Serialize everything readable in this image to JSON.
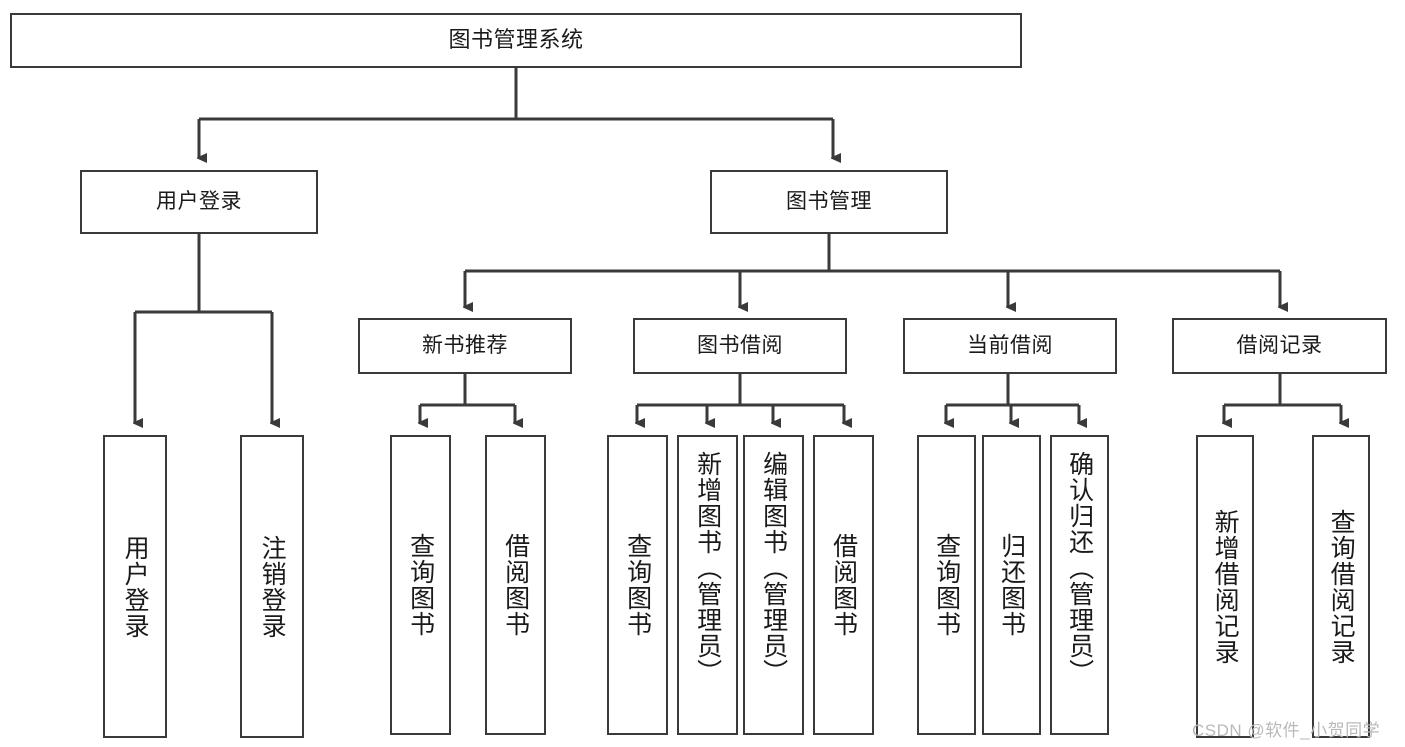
{
  "diagram": {
    "type": "tree",
    "title": "图书管理系统",
    "root": {
      "id": "root",
      "label": "图书管理系统"
    },
    "level1": [
      {
        "id": "user-login",
        "label": "用户登录"
      },
      {
        "id": "book-manage",
        "label": "图书管理"
      }
    ],
    "level2": [
      {
        "id": "new-book-recommend",
        "label": "新书推荐",
        "parent": "book-manage"
      },
      {
        "id": "book-borrow",
        "label": "图书借阅",
        "parent": "book-manage"
      },
      {
        "id": "current-borrow",
        "label": "当前借阅",
        "parent": "book-manage"
      },
      {
        "id": "borrow-record",
        "label": "借阅记录",
        "parent": "book-manage"
      }
    ],
    "leaves": [
      {
        "id": "leaf-user-login",
        "label": "用户登录",
        "parent": "user-login"
      },
      {
        "id": "leaf-user-logout",
        "label": "注销登录",
        "parent": "user-login"
      },
      {
        "id": "leaf-query-book-1",
        "label": "查询图书",
        "parent": "new-book-recommend"
      },
      {
        "id": "leaf-borrow-book-1",
        "label": "借阅图书",
        "parent": "new-book-recommend"
      },
      {
        "id": "leaf-query-book-2",
        "label": "查询图书",
        "parent": "book-borrow"
      },
      {
        "id": "leaf-add-book",
        "label": "新增图书（管理员）",
        "parent": "book-borrow"
      },
      {
        "id": "leaf-edit-book",
        "label": "编辑图书（管理员）",
        "parent": "book-borrow"
      },
      {
        "id": "leaf-borrow-book-2",
        "label": "借阅图书",
        "parent": "book-borrow"
      },
      {
        "id": "leaf-query-book-3",
        "label": "查询图书",
        "parent": "current-borrow"
      },
      {
        "id": "leaf-return-book",
        "label": "归还图书",
        "parent": "current-borrow"
      },
      {
        "id": "leaf-confirm-return",
        "label": "确认归还（管理员）",
        "parent": "current-borrow"
      },
      {
        "id": "leaf-add-record",
        "label": "新增借阅记录",
        "parent": "borrow-record"
      },
      {
        "id": "leaf-query-record",
        "label": "查询借阅记录",
        "parent": "borrow-record"
      }
    ],
    "colors": {
      "stroke": "#3a3a3a",
      "fill": "#ffffff",
      "text": "#1a1a1a",
      "watermark": "#b9b9b9"
    }
  },
  "watermark": {
    "text": "CSDN @软件_小贺同学"
  }
}
